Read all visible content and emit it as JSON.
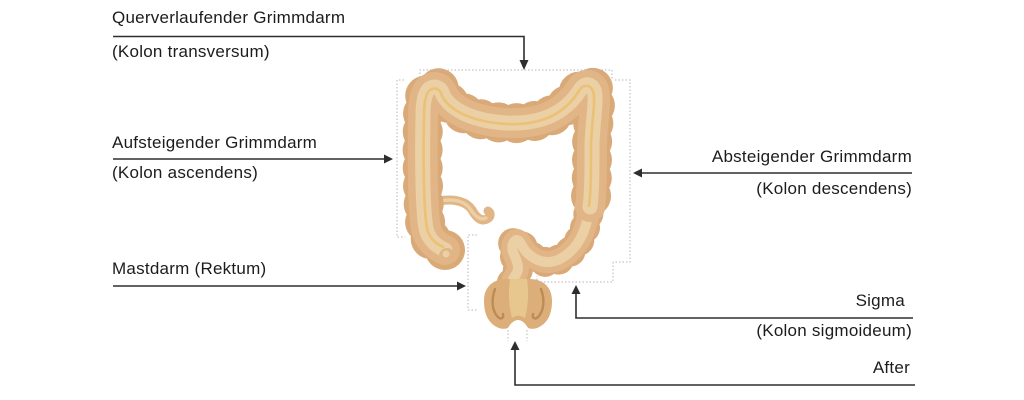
{
  "labels": {
    "transversum": {
      "name": "Querverlaufender Grimmdarm",
      "latin": "(Kolon transversum)"
    },
    "ascendens": {
      "name": "Aufsteigender Grimmdarm",
      "latin": "(Kolon ascendens)"
    },
    "rektum": {
      "name": "Mastdarm (Rektum)"
    },
    "descendens": {
      "name": "Absteigender Grimmdarm",
      "latin": "(Kolon descendens)"
    },
    "sigma": {
      "name": "Sigma",
      "latin": "(Kolon sigmoideum)"
    },
    "after": {
      "name": "After"
    }
  },
  "colors": {
    "colon-base": "#E1B586",
    "colon-bump": "#D9A977",
    "colon-hilite": "#ECD1A8",
    "colon-taenia": "#EBC072",
    "rectum-base": "#DCAE7A",
    "rectum-canal": "#E8C78F",
    "rectum-line": "#BD8C54",
    "pointer-line": "#2E2E2E",
    "bracket-dash": "#B6B6B6",
    "text": "#1C1C1C",
    "background": "#FFFFFF"
  }
}
